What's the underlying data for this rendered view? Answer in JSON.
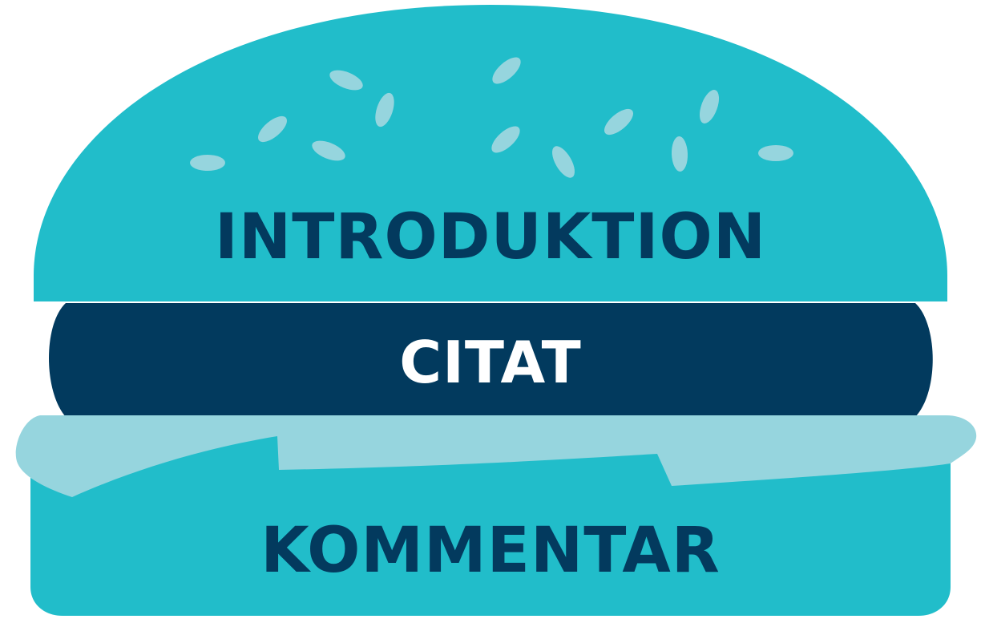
{
  "layers": {
    "top": {
      "label": "INTRODUKTION"
    },
    "middle": {
      "label": "CITAT"
    },
    "bottom": {
      "label": "KOMMENTAR"
    }
  },
  "colors": {
    "bun": "#21bdca",
    "patty": "#023a5e",
    "lettuce": "#96d5de",
    "sesame": "#96d5de",
    "text_dark": "#033a5e",
    "text_light": "#ffffff"
  }
}
